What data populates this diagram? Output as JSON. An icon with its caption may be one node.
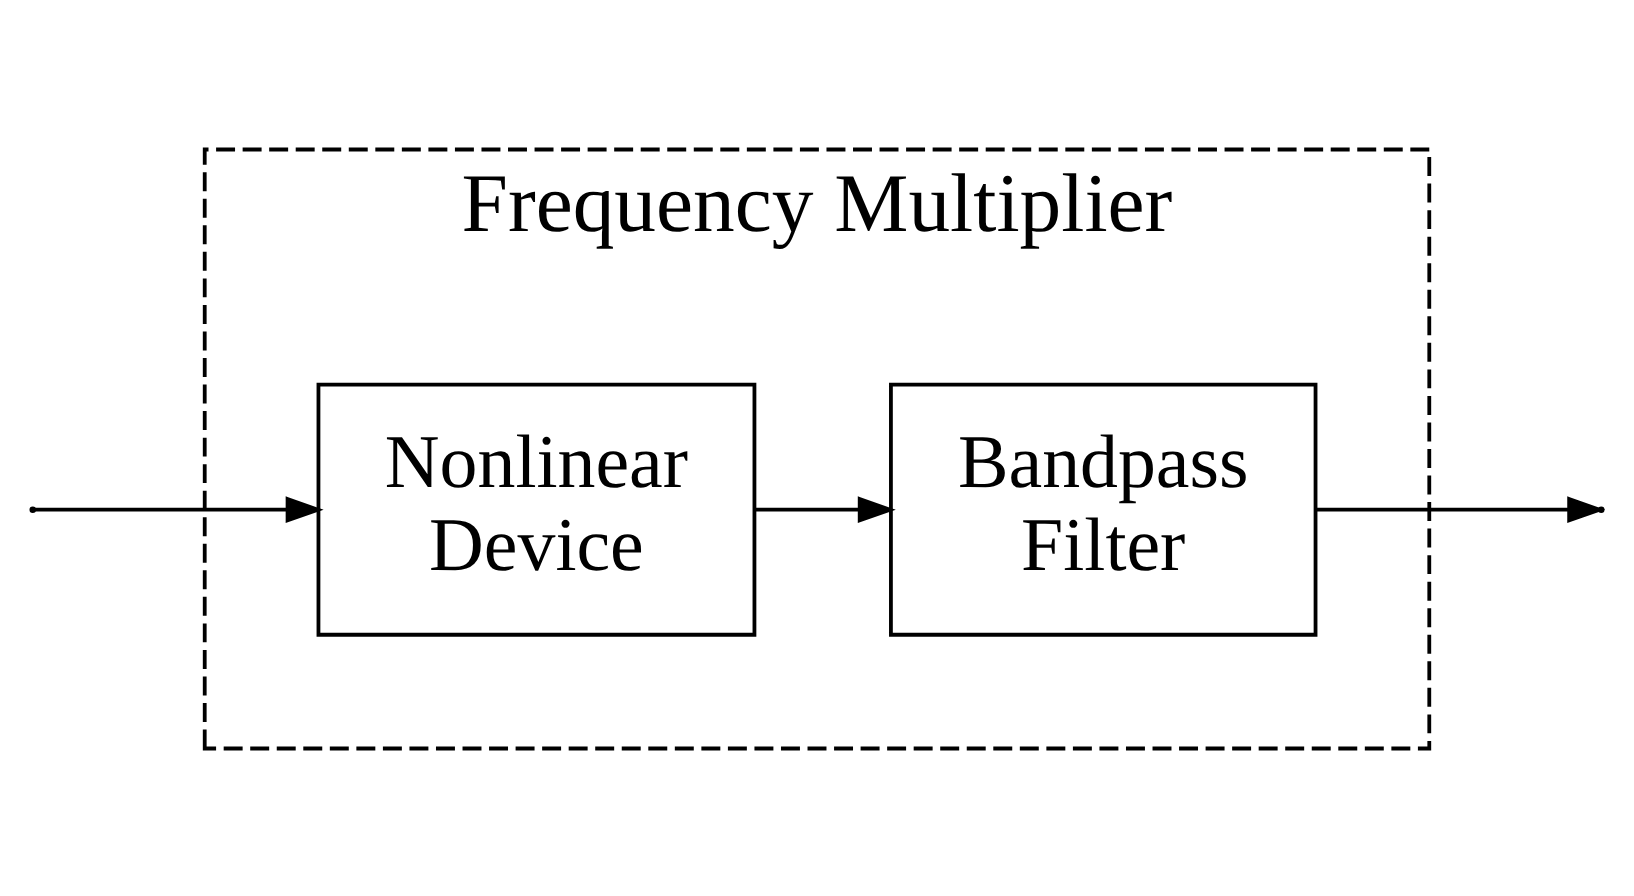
{
  "diagram": {
    "nodes": [
      {
        "text": [
          "Frequency Multiplier"
        ]
      },
      {
        "text": [
          "Nonlinear Device"
        ],
        "in": 0
      },
      {
        "text": [
          "Bandpass Filter"
        ],
        "in": 0
      }
    ],
    "edges": [
      {
        "from": null,
        "to": 1,
        "arrow": "to"
      },
      {
        "from": 1,
        "to": 2,
        "arrow": "to"
      },
      {
        "from": 2,
        "to": null,
        "arrow": "to"
      }
    ]
  }
}
